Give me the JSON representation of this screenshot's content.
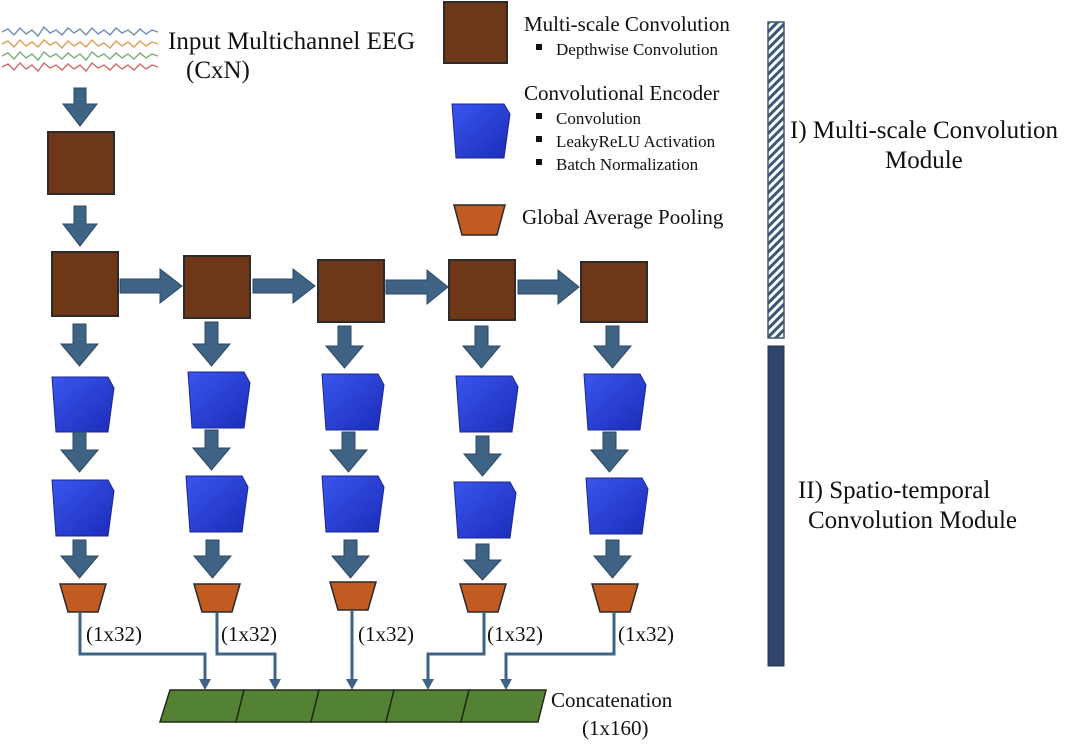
{
  "input": {
    "title": "Input Multichannel EEG",
    "shape": "(CxN)",
    "signal_colors": [
      "#6f8fb8",
      "#d9a15a",
      "#79b07a",
      "#c96d6d"
    ]
  },
  "legend": {
    "msc_title": "Multi-scale Convolution",
    "msc_items": [
      "Depthwise Convolution"
    ],
    "enc_title": "Convolutional Encoder",
    "enc_items": [
      "Convolution",
      "LeakyReLU Activation",
      "Batch Normalization"
    ],
    "gap_title": "Global Average Pooling"
  },
  "modules": {
    "module1_line1": "I) Multi-scale Convolution",
    "module1_line2": "Module",
    "module2_line1": "II) Spatio-temporal",
    "module2_line2": "Convolution Module"
  },
  "branches": {
    "count": 5,
    "output_label": "(1x32)"
  },
  "output": {
    "label": "Concatenation",
    "shape": "(1x160)",
    "segments": 5
  },
  "colors": {
    "msc_block": "#6e3717",
    "encoder_cube": "#2b3fd6",
    "pooling": "#c15b22",
    "concat": "#548235",
    "arrow": "#3f6384",
    "module2_bar": "#30456a"
  }
}
